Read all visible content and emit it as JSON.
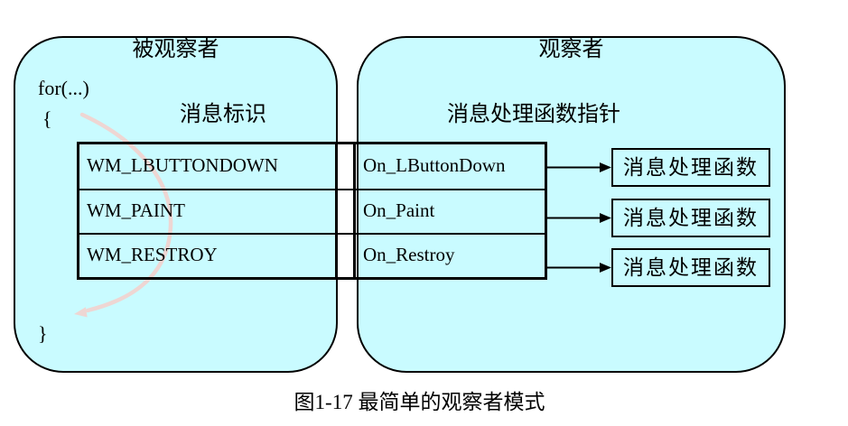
{
  "diagram": {
    "subject": {
      "title": "被观察者",
      "loop_code": "for(...)",
      "brace_open": "{",
      "brace_close": "}",
      "column_header": "消息标识",
      "messages": [
        "WM_LBUTTONDOWN",
        "WM_PAINT",
        "WM_RESTROY"
      ]
    },
    "observer": {
      "title": "观察者",
      "column_header": "消息处理函数指针",
      "handlers": [
        "On_LButtonDown",
        "On_Paint",
        "On_Restroy"
      ],
      "handler_boxes": [
        "消息处理函数",
        "消息处理函数",
        "消息处理函数"
      ]
    },
    "colors": {
      "panel_fill": "#c9fbff",
      "line": "#000000",
      "loop_arrow": "#eed6d3",
      "background": "#ffffff"
    }
  },
  "caption": "图1-17 最简单的观察者模式"
}
